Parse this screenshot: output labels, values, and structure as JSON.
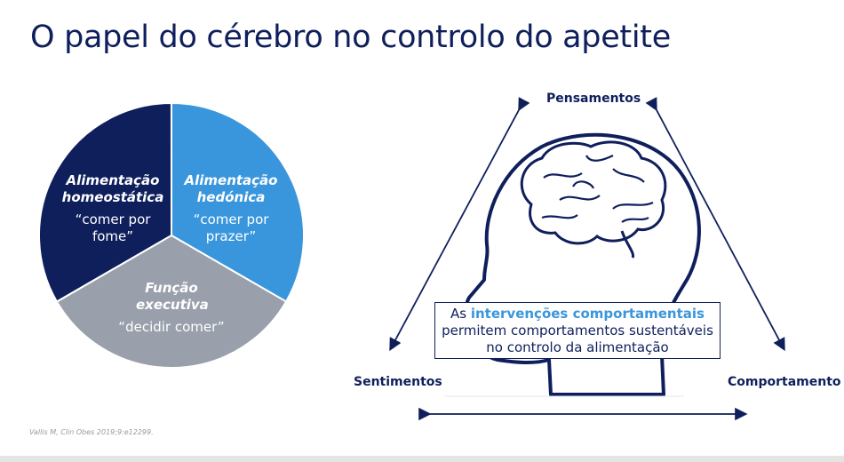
{
  "title": "O papel do cérebro no controlo do apetite",
  "pie": {
    "slices": [
      {
        "title": "Alimentação homeostática",
        "line1": "“comer por",
        "line2": "fome”",
        "color": "#0f1f5c",
        "share": 0.3333
      },
      {
        "title": "Alimentação hedónica",
        "line1": "“comer por",
        "line2": "prazer”",
        "color": "#3a96dc",
        "share": 0.3333
      },
      {
        "title": "Função executiva",
        "line1": "“decidir comer”",
        "color": "#9aa0ab",
        "share": 0.3333
      }
    ]
  },
  "diagram": {
    "top": "Pensamentos",
    "left": "Sentimentos",
    "right": "Comportamento",
    "box": {
      "prefix": "As ",
      "highlight": "intervenções comportamentais",
      "rest": "permitem comportamentos sustentáveis no controlo da alimentação"
    }
  },
  "citation": "Vallis M, Clin Obes 2019;9:e12299."
}
